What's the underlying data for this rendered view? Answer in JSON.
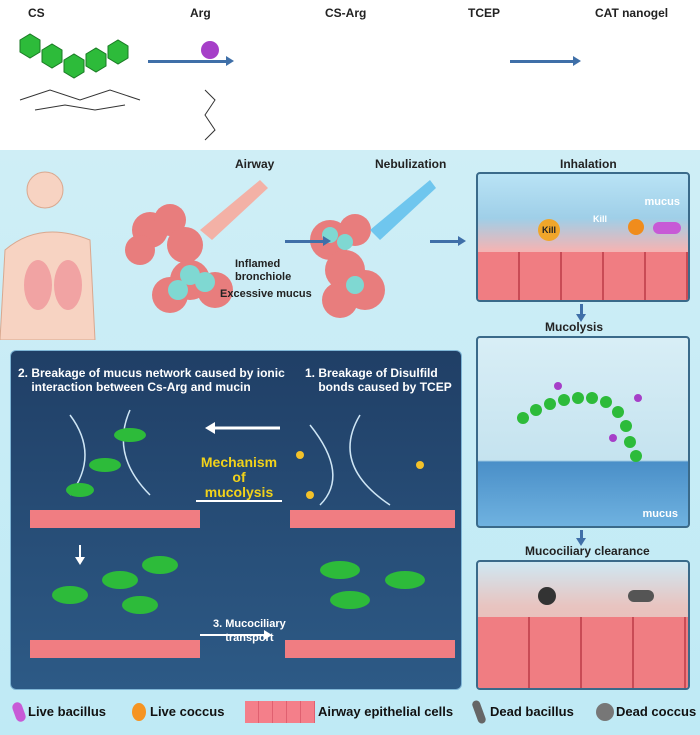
{
  "top_row": {
    "labels": [
      "CS",
      "Arg",
      "CS-Arg",
      "TCEP",
      "CAT nanogel"
    ]
  },
  "airway_row": {
    "airway": "Airway",
    "nebulization": "Nebulization",
    "inhalation": "Inhalation",
    "inflamed_bronchiole": "Inflamed bronchiole",
    "excessive_mucus": "Excessive mucus",
    "mucus": "mucus",
    "kill": "Kill"
  },
  "mechanism": {
    "step2": "2. Breakage of mucus network caused by ionic\n    interaction between Cs-Arg and mucin",
    "step1": "1. Breakage of Disulfild\n    bonds caused by TCEP",
    "title": "Mechanism\nof\nmucolysis",
    "step3": "3. Mucociliary\n    transport"
  },
  "right_column": {
    "mucolysis": "Mucolysis",
    "mucolysis_mucus": "mucus",
    "clearance": "Mucociliary clearance"
  },
  "legend": [
    "Live bacillus",
    "Live coccus",
    "Airway epithelial cells",
    "Dead bacillus",
    "Dead coccus"
  ],
  "colors": {
    "polymer": "#2dbb3a",
    "dark_panel": "#203f66",
    "accent_yellow": "#f2d21a",
    "arrow": "#3f6fa8"
  }
}
